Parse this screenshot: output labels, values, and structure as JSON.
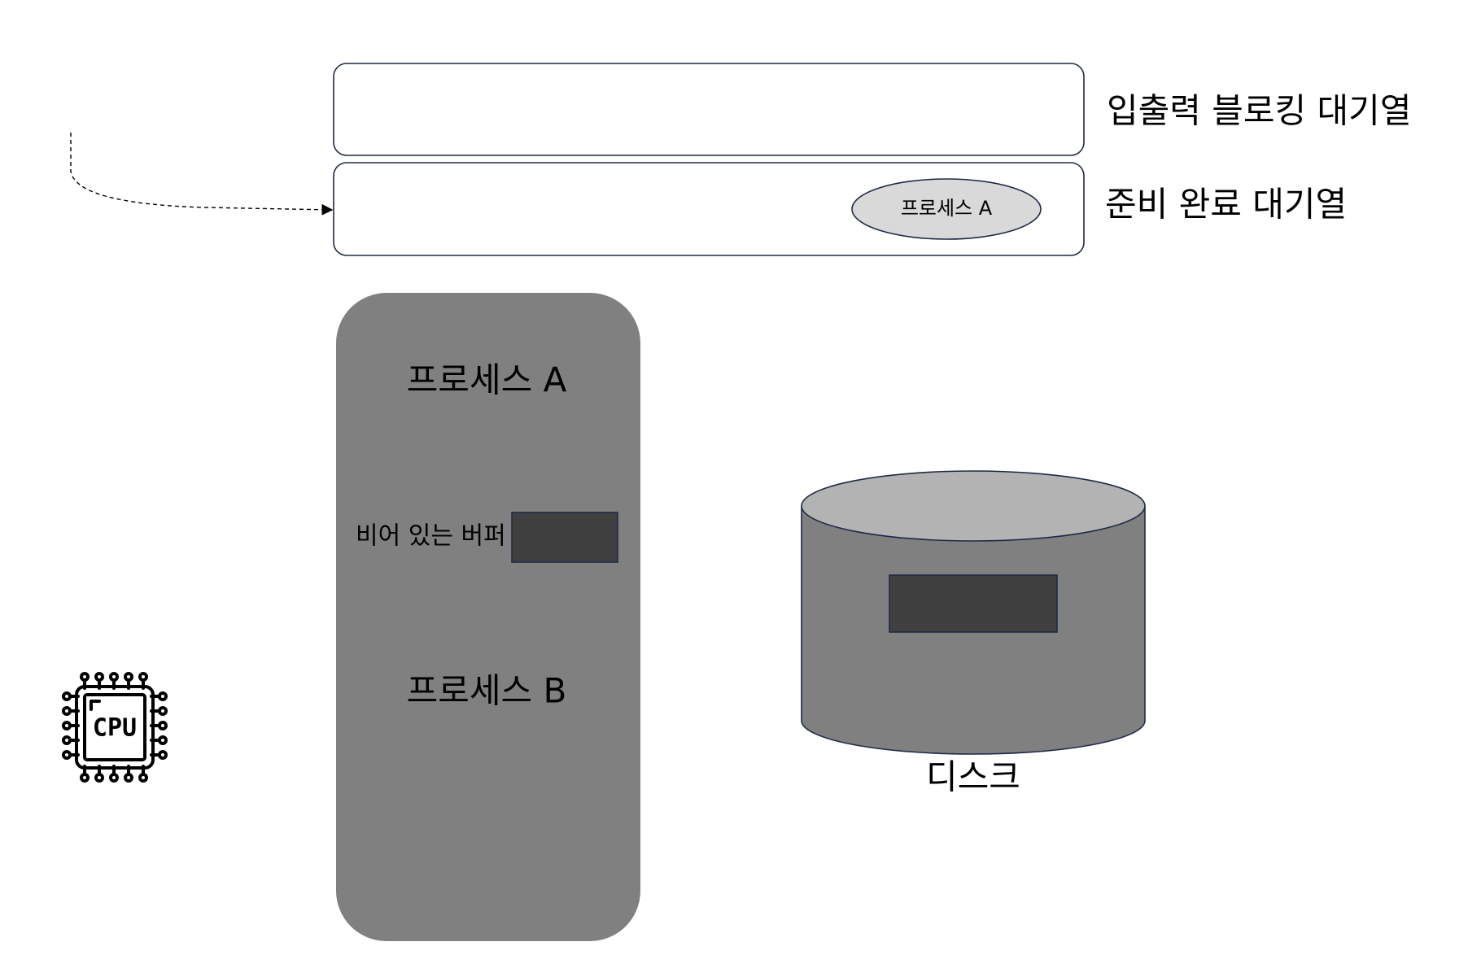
{
  "queues": {
    "io_blocking": {
      "label": "입출력 블로킹 대기열"
    },
    "ready": {
      "label": "준비 완료 대기열",
      "item": {
        "label": "프로세스 A"
      }
    }
  },
  "memory": {
    "process_a": "프로세스 A",
    "empty_buffer": "비어 있는 버퍼",
    "process_b": "프로세스 B"
  },
  "disk": {
    "label": "디스크"
  },
  "cpu": {
    "label": "CPU"
  },
  "colors": {
    "outline": "#1f2a44",
    "memory_fill": "#808080",
    "buffer_fill": "#404040",
    "disk_top": "#b3b3b3",
    "queue_item_fill": "#d9d9d9"
  }
}
